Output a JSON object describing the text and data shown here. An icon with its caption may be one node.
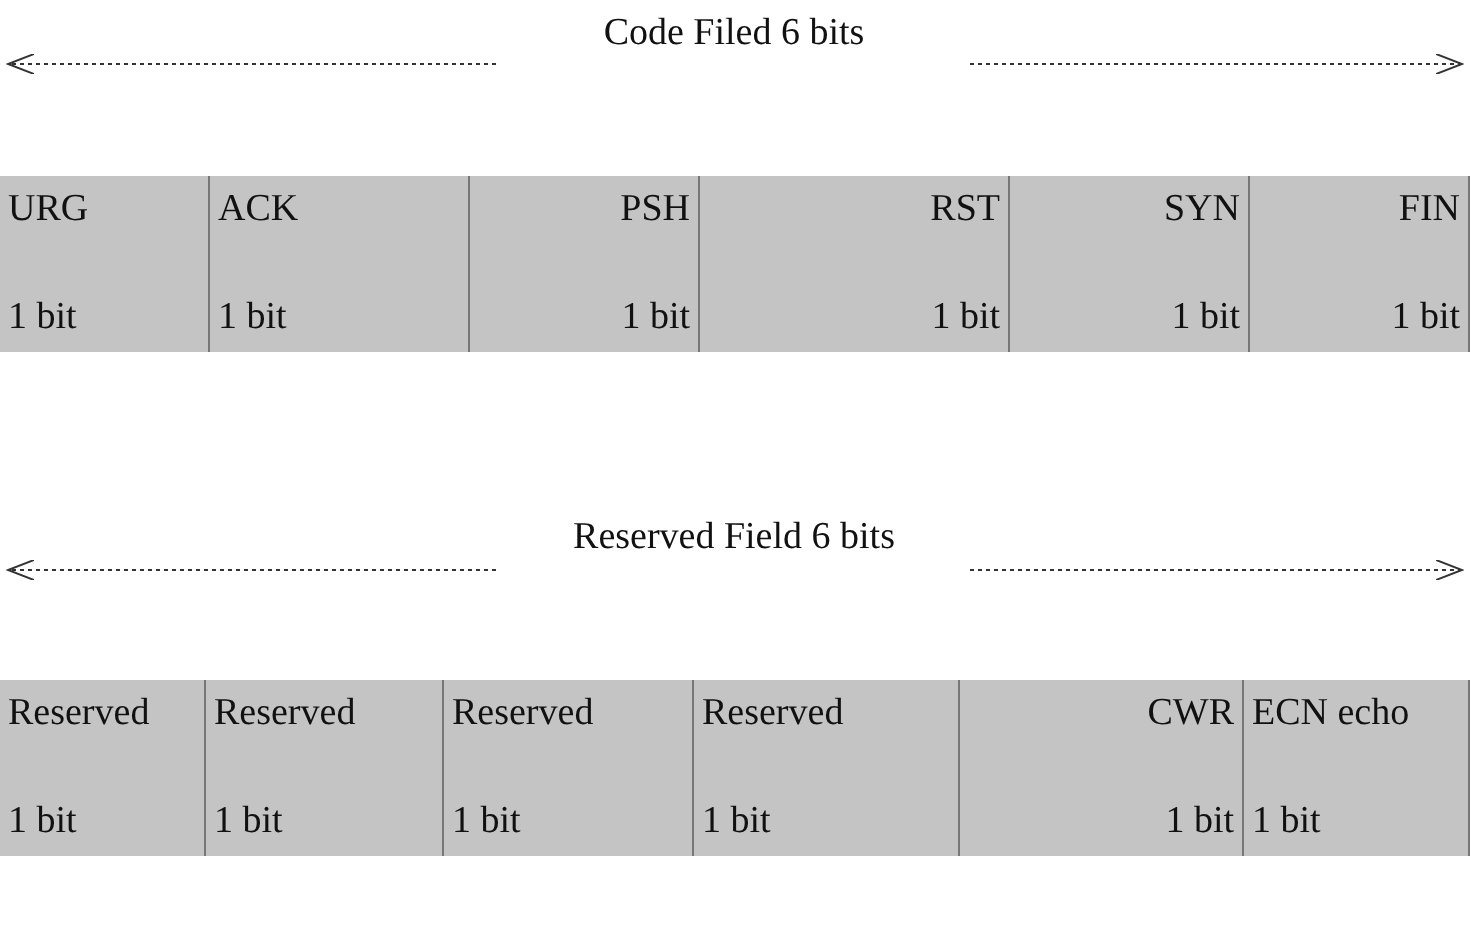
{
  "diagram": {
    "nodes": [
      {
        "text": [
          "URG",
          "1 bit"
        ]
      },
      {
        "text": [
          "ACK",
          "1 bit"
        ]
      },
      {
        "text": [
          "PSH",
          "1 bit"
        ]
      },
      {
        "text": [
          "RST",
          "1 bit"
        ]
      },
      {
        "text": [
          "SYN",
          "1 bit"
        ]
      },
      {
        "text": [
          "FIN",
          "1 bit"
        ]
      },
      {
        "text": [
          "Reserved",
          "1 bit"
        ]
      },
      {
        "text": [
          "Reserved",
          "1 bit"
        ]
      },
      {
        "text": [
          "Reserved",
          "1 bit"
        ]
      },
      {
        "text": [
          "Reserved",
          "1 bit"
        ]
      },
      {
        "text": [
          "CWR",
          "1 bit"
        ]
      },
      {
        "text": [
          "ECN echo",
          "1 bit"
        ]
      }
    ],
    "labels": [
      "Code Filed 6 bits",
      "Reserved Field 6 bits"
    ]
  }
}
